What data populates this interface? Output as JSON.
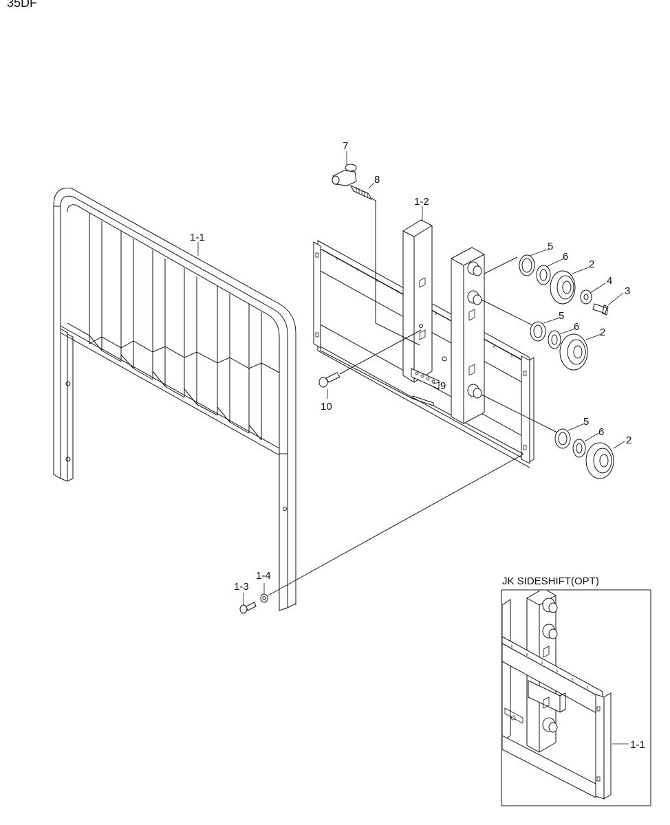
{
  "page": {
    "corner_label": "35DF"
  },
  "callouts": {
    "c7": "7",
    "c8": "8",
    "c1_2": "1-2",
    "c1_1": "1-1",
    "c5a": "5",
    "c6a": "6",
    "c2a": "2",
    "c4": "4",
    "c3": "3",
    "c5b": "5",
    "c6b": "6",
    "c2b": "2",
    "c9": "9",
    "c10": "10",
    "c5c": "5",
    "c6c": "6",
    "c2c": "2",
    "c1_4": "1-4",
    "c1_3": "1-3"
  },
  "inset": {
    "title": "JK SIDESHIFT(OPT)",
    "callout": "1-1"
  }
}
